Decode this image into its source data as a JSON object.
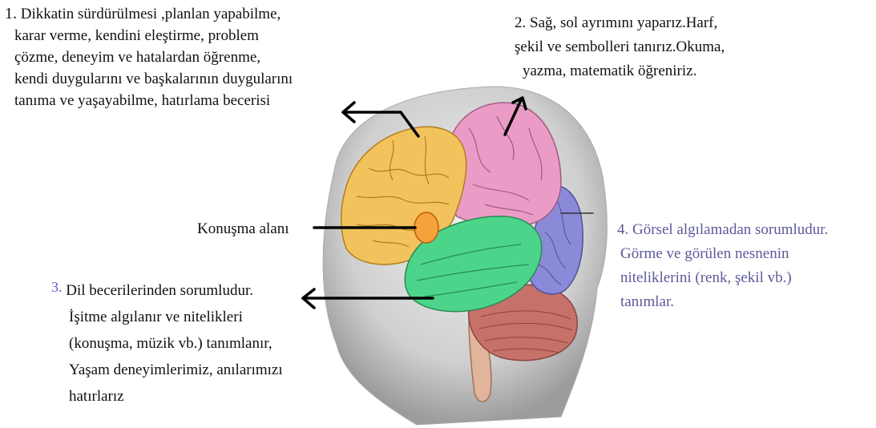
{
  "labels": {
    "frontal": {
      "number": "1.",
      "lines": [
        "Dikkatin sürdürülmesi ,planlan yapabilme,",
        "karar verme, kendini eleştirme, problem",
        "çözme, deneyim ve hatalardan öğrenme,",
        "kendi duygularını ve başkalarının duygularını",
        "tanıma ve yaşayabilme, hatırlama becerisi"
      ]
    },
    "parietal": {
      "number": "2.",
      "lines": [
        "Sağ, sol ayrımını yaparız.Harf,",
        "şekil ve sembolleri tanırız.Okuma,",
        "yazma, matematik öğreniriz."
      ]
    },
    "temporal": {
      "number": "3.",
      "lines": [
        "Dil becerilerinden sorumludur.",
        "İşitme algılanır ve nitelikleri",
        "(konuşma, müzik vb.) tanımlanır,",
        "Yaşam deneyimlerimiz, anılarımızı",
        "hatırlarız"
      ]
    },
    "occipital": {
      "number": "4.",
      "lines": [
        "Görsel algılamadan sorumludur.",
        "Görme ve görülen nesnenin",
        "niteliklerini (renk, şekil vb.)",
        "tanımlar."
      ]
    },
    "speech": "Konuşma alanı"
  },
  "colors": {
    "frontal": "#f2c25c",
    "parietal": "#ea9cc6",
    "temporal": "#4cd48a",
    "occipital": "#8a8ad8",
    "cerebellum": "#c7716b",
    "brainstem": "#e1b49c",
    "head": "#c9c9c9",
    "speech_area": "#f5a23a",
    "occipital_text": "#5c5a9a",
    "number3": "#6a5acd"
  }
}
